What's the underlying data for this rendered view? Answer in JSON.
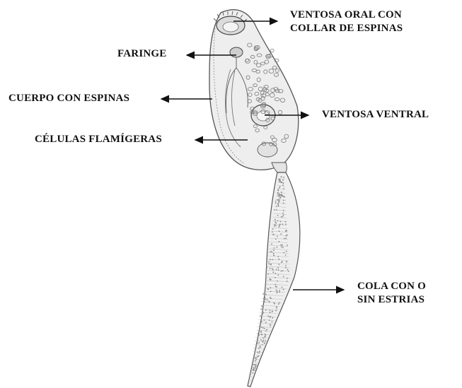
{
  "labels": {
    "oral_sucker": [
      "VENTOSA ORAL CON",
      "COLLAR DE ESPINAS"
    ],
    "pharynx": "FARINGE",
    "spiny_body": "CUERPO CON ESPINAS",
    "ventral_sucker": "VENTOSA VENTRAL",
    "flame_cells": "CÉLULAS FLAMÍGERAS",
    "tail": [
      "COLA CON O",
      "SIN ESTRIAS"
    ]
  },
  "colors": {
    "ink": "#111111",
    "drawing_line": "#555555",
    "drawing_fill": "#eeeeee",
    "granules": "#7a7a7a"
  }
}
